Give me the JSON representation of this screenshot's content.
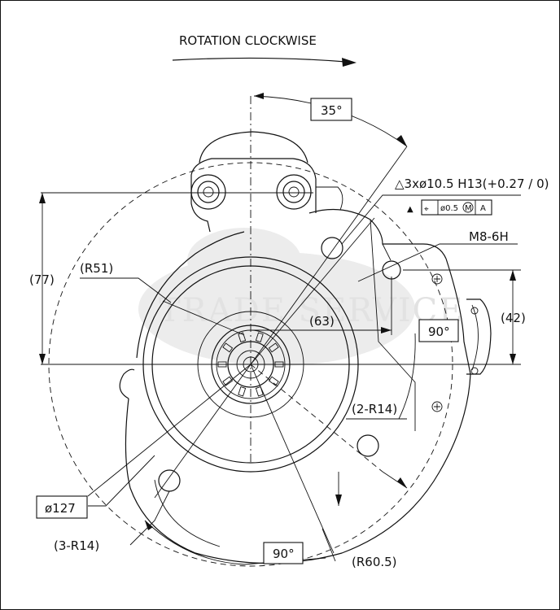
{
  "title": "ROTATION CLOCKWISE",
  "watermark": "TRADE SERVICE",
  "dimensions": {
    "angle_top": "35°",
    "hole_spec": "△3xø10.5  H13(+0.27 / 0)",
    "tolerance_frame": {
      "datum_mark": "▲",
      "symbol": "⌖",
      "value": "ø0.5",
      "modifier": "M",
      "datum": "A"
    },
    "thread": "M8-6H",
    "radius_r51": "(R51)",
    "height_77": "(77)",
    "offset_63": "(63)",
    "angle_right": "90°",
    "height_42": "(42)",
    "radius_2r14": "(2-R14)",
    "diameter_127": "ø127",
    "radius_3r14": "(3-R14)",
    "angle_bottom": "90°",
    "radius_r605": "(R60.5)"
  }
}
